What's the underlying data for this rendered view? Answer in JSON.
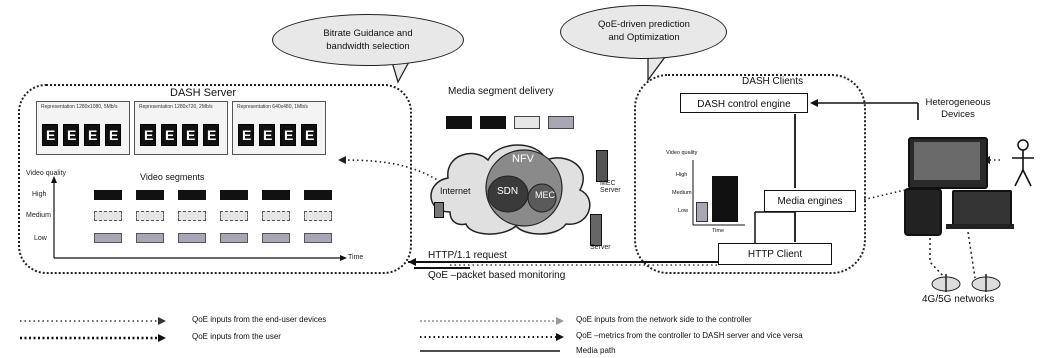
{
  "bubbles": {
    "bitrate": "Bitrate Guidance and bandwidth selection",
    "qoe_prediction": "QoE-driven prediction and Optimization"
  },
  "server": {
    "title": "DASH Server",
    "representations": [
      {
        "label": "Representation 1280x1080, 5Mb/s"
      },
      {
        "label": "Representation 1280x720, 2Mb/s"
      },
      {
        "label": "Representation 640x480, 1Mb/s"
      }
    ],
    "video_quality": "Video quality",
    "video_segments": "Video segments",
    "levels": [
      "High",
      "Medium",
      "Low"
    ],
    "time": "Time"
  },
  "network": {
    "delivery_title": "Media segment delivery",
    "nfv": "NFV",
    "internet": "Internet",
    "sdn": "SDN",
    "mec": "MEC",
    "mec_server": "MEC Server",
    "server": "Server",
    "http_request": "HTTP/1.1 request",
    "qoe_monitoring": "QoE –packet based monitoring"
  },
  "client": {
    "title": "DASH Clients",
    "control_engine": "DASH control engine",
    "media_engines": "Media engines",
    "http_client": "HTTP Client",
    "video_quality": "Video quality",
    "levels": [
      "High",
      "Medium",
      "Low"
    ],
    "time": "Time"
  },
  "devices": {
    "title": "Heterogeneous Devices",
    "networks": "4G/5G networks"
  },
  "legend": {
    "items": [
      "QoE inputs from the end-user devices",
      "QoE inputs from the user",
      "QoE inputs from the network side to the controller",
      "QoE –metrics from the controller to DASH server and vice versa",
      "Media path"
    ]
  }
}
